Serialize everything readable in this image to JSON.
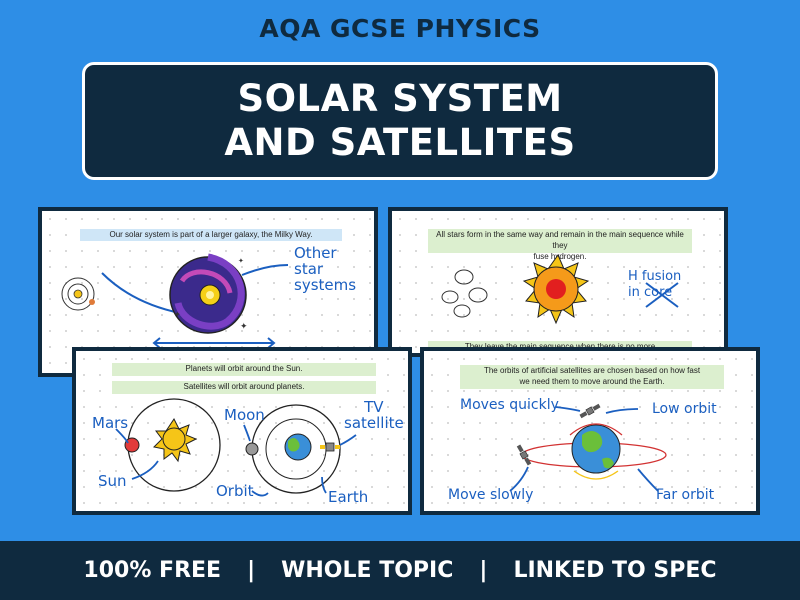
{
  "header": {
    "subtitle": "AQA GCSE PHYSICS",
    "title_line_1": "SOLAR SYSTEM",
    "title_line_2": "AND SATELLITES"
  },
  "slides": {
    "galaxy": {
      "caption": "Our solar system is part of a larger galaxy, the Milky Way.",
      "label": [
        "Other",
        "star",
        "systems"
      ]
    },
    "stars": {
      "caption_1": "All stars form in the same way and remain in the main sequence while they",
      "caption_2": "fuse hydrogen.",
      "footer_caption": "They leave the main sequence when there is no more",
      "label_1": "H fusion",
      "label_2": "in core"
    },
    "orbits": {
      "caption_1": "Planets will orbit around the Sun.",
      "caption_2": "Satellites will orbit around planets.",
      "labels": {
        "mars": "Mars",
        "sun": "Sun",
        "moon": "Moon",
        "orbit": "Orbit",
        "tv_1": "TV",
        "tv_2": "satellite",
        "earth": "Earth"
      }
    },
    "artificial": {
      "caption_1": "The orbits of artificial satellites are chosen based on how fast",
      "caption_2": "we need them to move around the Earth.",
      "labels": {
        "moves_quickly": "Moves quickly",
        "low_orbit": "Low orbit",
        "move_slowly": "Move slowly",
        "far_orbit": "Far orbit"
      }
    }
  },
  "footer": {
    "items": [
      "100% FREE",
      "WHOLE TOPIC",
      "LINKED TO SPEC"
    ],
    "separator": "|"
  },
  "colors": {
    "background": "#2e8ee6",
    "navy": "#0f2a3f",
    "ink_blue": "#1b5fc0"
  }
}
